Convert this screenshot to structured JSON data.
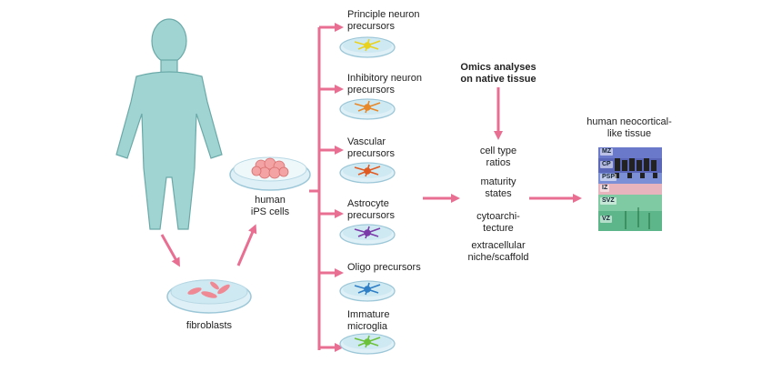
{
  "source_cell": {
    "label_line1": "human",
    "label_line2": "iPS cells"
  },
  "fibroblast": {
    "label": "fibroblasts"
  },
  "precursors": [
    {
      "line1": "Principle neuron",
      "line2": "precursors",
      "color": "#e9d21f"
    },
    {
      "line1": "Inhibitory neuron",
      "line2": "precursors",
      "color": "#e7892a"
    },
    {
      "line1": "Vascular",
      "line2": "precursors",
      "color": "#e05a22"
    },
    {
      "line1": "Astrocyte",
      "line2": "precursors",
      "color": "#7a3aa8"
    },
    {
      "line1": "Oligo precursors",
      "line2": "",
      "color": "#2f7fc6"
    },
    {
      "line1": "Immature",
      "line2": "microglia",
      "color": "#6cc13a"
    }
  ],
  "omics": {
    "title_line1": "Omics analyses",
    "title_line2": "on native tissue",
    "features": [
      {
        "line1": "cell type",
        "line2": "ratios"
      },
      {
        "line1": "maturity",
        "line2": "states"
      },
      {
        "line1": "cytoarchi-",
        "line2": "tecture"
      },
      {
        "line1": "extracellular",
        "line2": "niche/scaffold"
      }
    ]
  },
  "tissue": {
    "title_line1": "human neocortical-",
    "title_line2": "like tissue",
    "layers": [
      "MZ",
      "CP",
      "PSP",
      "IZ",
      "SVZ",
      "VZ"
    ]
  },
  "colors": {
    "arrow": "#e86e92",
    "body": "#9fd4d2",
    "body_outline": "#6aa9a8",
    "dish_fill": "#cdeaf4",
    "dish_rim": "#9cc7d8"
  }
}
